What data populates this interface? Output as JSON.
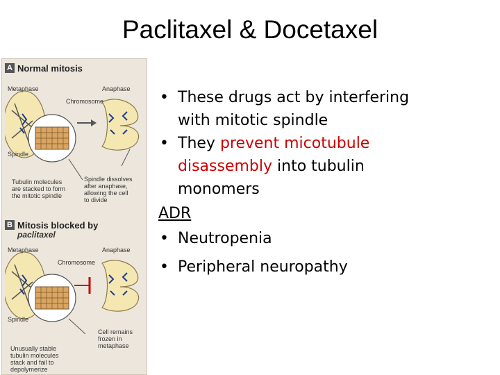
{
  "title": "Paclitaxel & Docetaxel",
  "figure": {
    "panel_a": {
      "tag": "A",
      "heading": "Normal mitosis",
      "metaphase": "Metaphase",
      "anaphase": "Anaphase",
      "chromosome": "Chromosome",
      "spindle": "Spindle",
      "tubulin_note_1": "Tubulin molecules",
      "tubulin_note_2": "are stacked to form",
      "tubulin_note_3": "the mitotic spindle",
      "dissolve_note_1": "Spindle dissolves",
      "dissolve_note_2": "after anaphase,",
      "dissolve_note_3": "allowing the cell",
      "dissolve_note_4": "to divide"
    },
    "panel_b": {
      "tag": "B",
      "heading_1": "Mitosis blocked by",
      "heading_2": "paclitaxel",
      "metaphase": "Metaphase",
      "anaphase": "Anaphase",
      "chromosome": "Chromosome",
      "spindle": "Spindle",
      "frozen_note_1": "Cell remains",
      "frozen_note_2": "frozen in",
      "frozen_note_3": "metaphase",
      "stable_note_1": "Unusually stable",
      "stable_note_2": "tubulin molecules",
      "stable_note_3": "stack and fail to",
      "stable_note_4": "depolymerize"
    }
  },
  "bullets": {
    "b1_line1": "These drugs act by interfering",
    "b1_line2": "with mitotic spindle",
    "b2_pre": "They ",
    "b2_red": "prevent micotubule",
    "b2_red2": "disassembly",
    "b2_post": " into tubulin",
    "b2_line3": "monomers",
    "adr": "ADR",
    "b3": "Neutropenia",
    "b4": "Peripheral neuropathy",
    "bullet_char": "•"
  },
  "colors": {
    "accent_red": "#cc0000",
    "figure_bg": "#ece6dc"
  }
}
